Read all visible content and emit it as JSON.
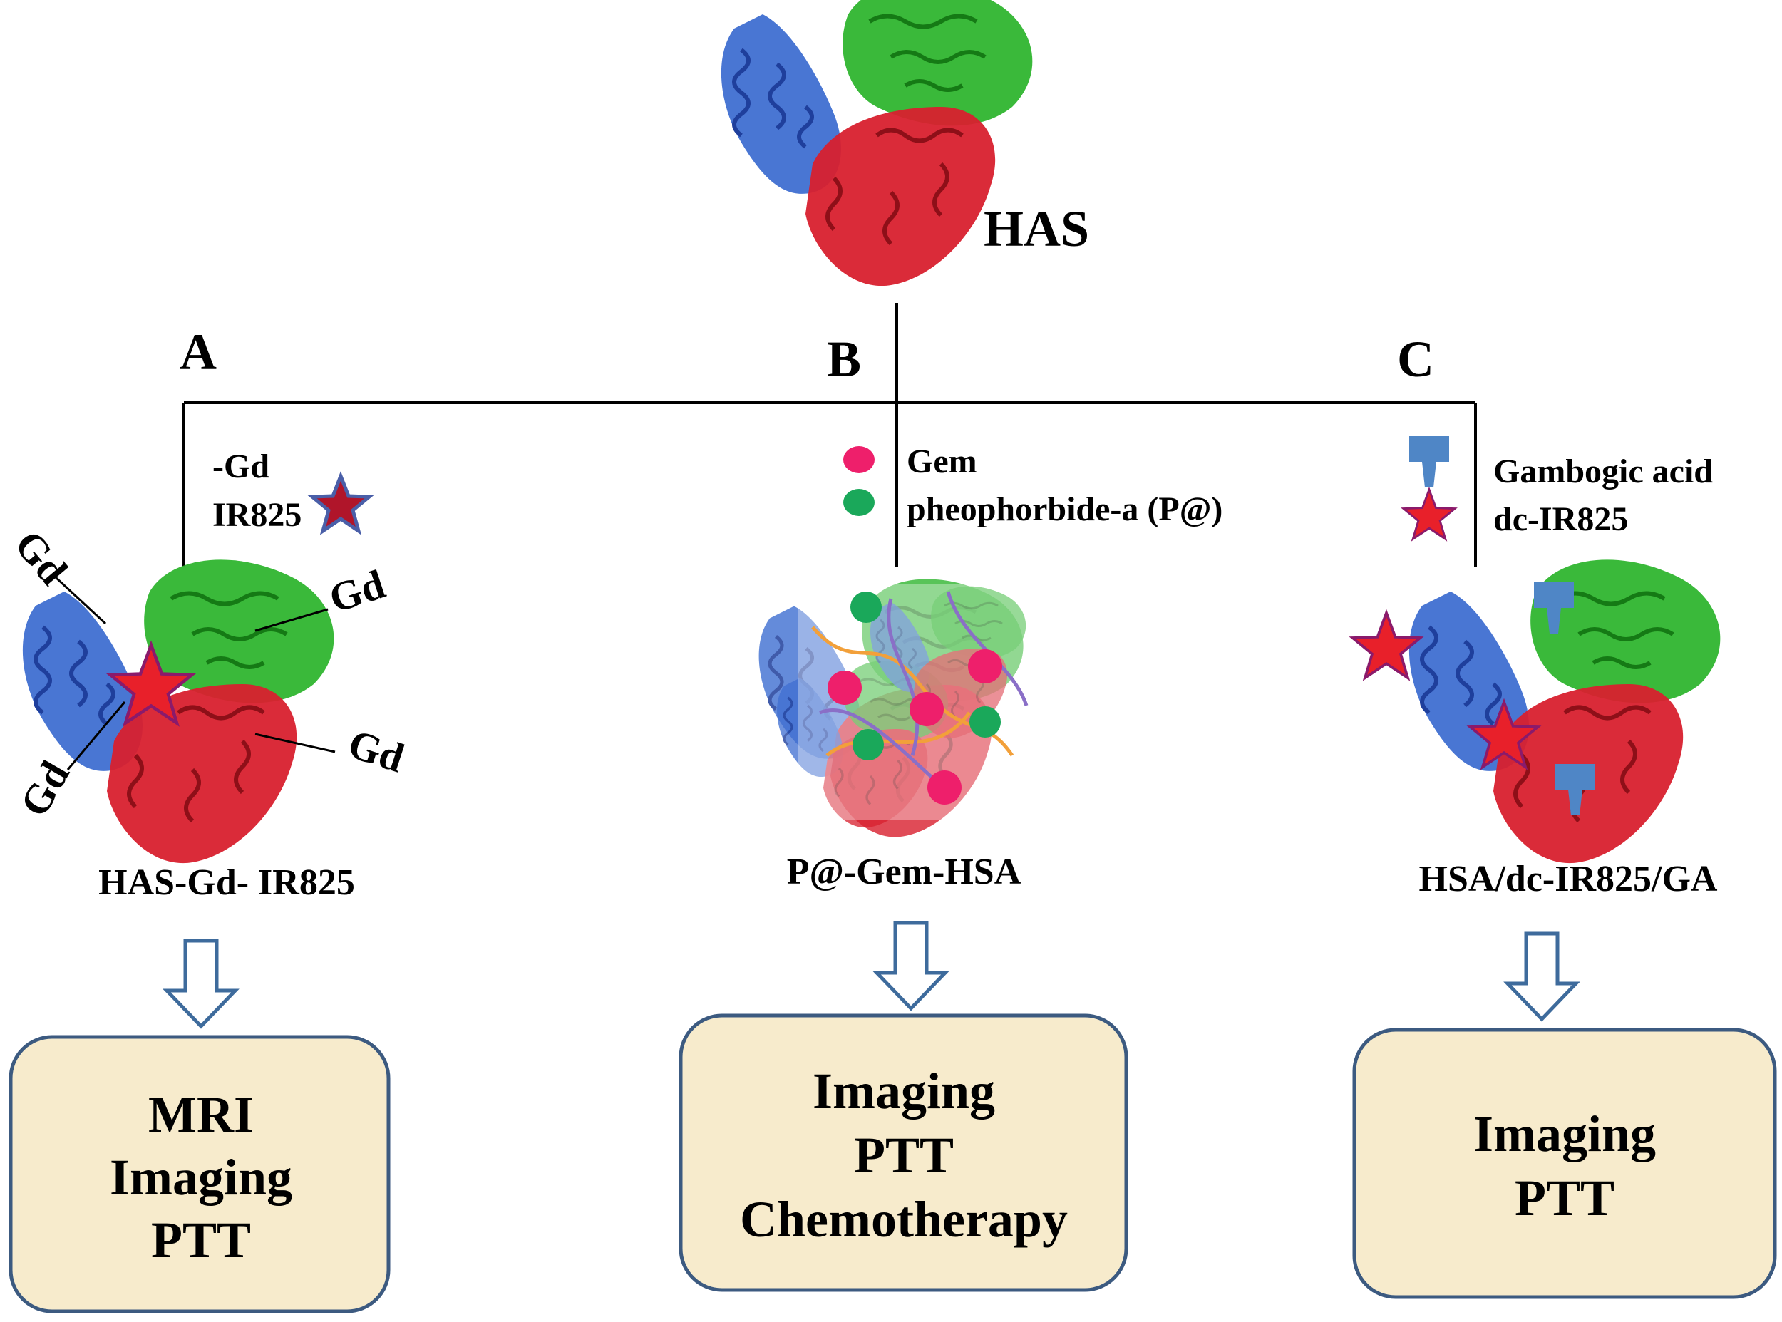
{
  "protein": {
    "label": "HAS"
  },
  "branches": {
    "a": {
      "letter": "A",
      "legend": [
        "-Gd",
        "IR825"
      ],
      "gd_labels": [
        "Gd",
        "Gd",
        "Gd",
        "Gd"
      ],
      "product": "HAS-Gd- IR825",
      "outcomes": [
        "MRI",
        "Imaging",
        "PTT"
      ]
    },
    "b": {
      "letter": "B",
      "legend": [
        "Gem",
        "pheophorbide-a (P@)"
      ],
      "product": "P@-Gem-HSA",
      "outcomes": [
        "Imaging",
        "PTT",
        "Chemotherapy"
      ]
    },
    "c": {
      "letter": "C",
      "legend": [
        "Gambogic acid",
        "dc-IR825"
      ],
      "product": "HSA/dc-IR825/GA",
      "outcomes": [
        "Imaging",
        "PTT"
      ]
    }
  },
  "colors": {
    "domain_blue": "#3f6fd1",
    "domain_green": "#2fb52f",
    "domain_red": "#d8202e",
    "gem_pink": "#ee1f6b",
    "pheo_green": "#1aa85a",
    "ga_blue": "#4f86c6",
    "star_red": "#e8202a",
    "box_fill": "#f7ebcc",
    "box_stroke": "#3c5a80",
    "arrow_stroke": "#3e6b9c"
  }
}
